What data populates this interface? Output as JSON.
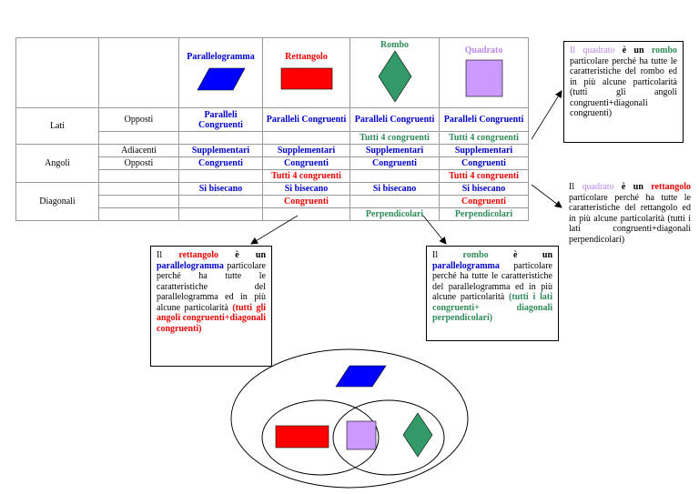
{
  "shapes": {
    "parallelogram": "Parallelogramma",
    "rectangle": "Rettangolo",
    "rhombus": "Rombo",
    "square": "Quadrato"
  },
  "rows": {
    "sides": {
      "label": "Lati",
      "opposite_label": "Opposti",
      "cells": [
        "Paralleli Congruenti",
        "Paralleli Congruenti",
        "Paralleli Congruenti",
        "Paralleli Congruenti"
      ],
      "all_congruent": "Tutti 4 congruenti"
    },
    "angles": {
      "label": "Angoli",
      "adjacent_label": "Adiacenti",
      "opposite_label": "Opposti",
      "adjacent": "Supplementari",
      "opposite": "Congruenti",
      "all_congruent": "Tutti 4 congruenti"
    },
    "diagonals": {
      "label": "Diagonali",
      "bisect": "Si bisecano",
      "congruent": "Congruenti",
      "perpendicular": "Perpendicolari"
    }
  },
  "notes": {
    "square": {
      "p1": "Il",
      "name": "quadrato",
      "p2": "è un",
      "k1": "rombo",
      "text": "particolare perché ha tutte le caratteristiche del rombo ed in più alcune particolarità (tutti gli angoli congruenti+diagonali congruenti)",
      "p3": "è un",
      "k2": "rettangolo",
      "text2": "particolare perché ha tutte le caratteristiche del rettangolo ed in più alcune particolarità (tutti i lati congruenti+diagonali perpendicolari)"
    },
    "rectangle": {
      "p1": "Il",
      "name": "rettangolo",
      "p2": "è un",
      "k": "parallelogramma",
      "text": "particolare perché ha tutte le caratteristiche del parallelogramma ed in più alcune particolarità",
      "extra": "(tutti gli angoli congruenti+diagonali congruenti)"
    },
    "rhombus": {
      "p1": "Il",
      "name": "rombo",
      "p2": "è un",
      "k": "parallelogramma",
      "text": "particolare perché ha tutte le caratteristiche del parallelogramma ed in più alcune particolarità",
      "extra": "(tutti i lati congruenti+ diagonali perpendicolari)"
    }
  },
  "colors": {
    "parallelogram": "#0000ff",
    "rectangle": "#ff0000",
    "rhombus": "#339966",
    "square": "#cc99ff"
  }
}
